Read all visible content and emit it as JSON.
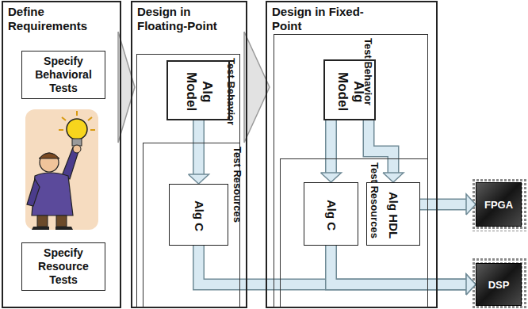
{
  "diagram": {
    "nodes": [
      {
        "text": [
          "Define Requirements"
        ]
      },
      {
        "text": [
          "Specify Behavioral Tests"
        ],
        "in": 0
      },
      {
        "text": [
          "Specify Resource Tests"
        ],
        "in": 0
      },
      {
        "text": [
          "Design in Floating-Point"
        ]
      },
      {
        "text": [
          "Test Behavior"
        ],
        "in": 3
      },
      {
        "text": [
          "Alg Model"
        ],
        "in": 4
      },
      {
        "text": [
          "Test Resources"
        ],
        "in": 4
      },
      {
        "text": [
          "Alg C"
        ],
        "in": 6
      },
      {
        "text": [
          "Design in Fixed-Point"
        ]
      },
      {
        "text": [
          "Test Behavior"
        ],
        "in": 8
      },
      {
        "text": [
          "Alg Model"
        ],
        "in": 9
      },
      {
        "text": [
          "Test Resources"
        ],
        "in": 9
      },
      {
        "text": [
          "Alg C"
        ],
        "in": 11
      },
      {
        "text": [
          "Alg HDL"
        ],
        "in": 11
      },
      {
        "text": [
          "FPGA"
        ]
      },
      {
        "text": [
          "DSP"
        ]
      }
    ],
    "edges": [
      {
        "from": 0,
        "to": 3,
        "arrow": "to"
      },
      {
        "from": 3,
        "to": 8,
        "arrow": "to"
      },
      {
        "from": 5,
        "to": 7,
        "arrow": "to"
      },
      {
        "from": 10,
        "to": 12,
        "arrow": "to"
      },
      {
        "from": 10,
        "to": 13,
        "arrow": "to"
      },
      {
        "from": 13,
        "to": 14,
        "arrow": "to"
      },
      {
        "from": 7,
        "to": 15,
        "arrow": "to"
      },
      {
        "from": 12,
        "to": 15,
        "arrow": "to"
      }
    ]
  }
}
